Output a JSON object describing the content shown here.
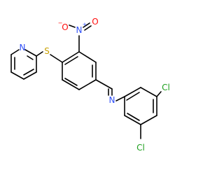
{
  "atoms": {
    "nitro_o_left": "O",
    "nitro_o_minus": "−",
    "nitro_n": "N",
    "nitro_n_plus": "+",
    "nitro_o_right": "O",
    "sulfur": "S",
    "pyridine_n": "N",
    "imine_n": "N",
    "cl_top": "Cl",
    "cl_bottom": "Cl"
  },
  "colors": {
    "bond": "#000000",
    "oxygen": "#ff0d0d",
    "nitrogen": "#3050f8",
    "sulfur": "#c8a000",
    "chlorine": "#1fa01f",
    "carbon": "#000000"
  }
}
